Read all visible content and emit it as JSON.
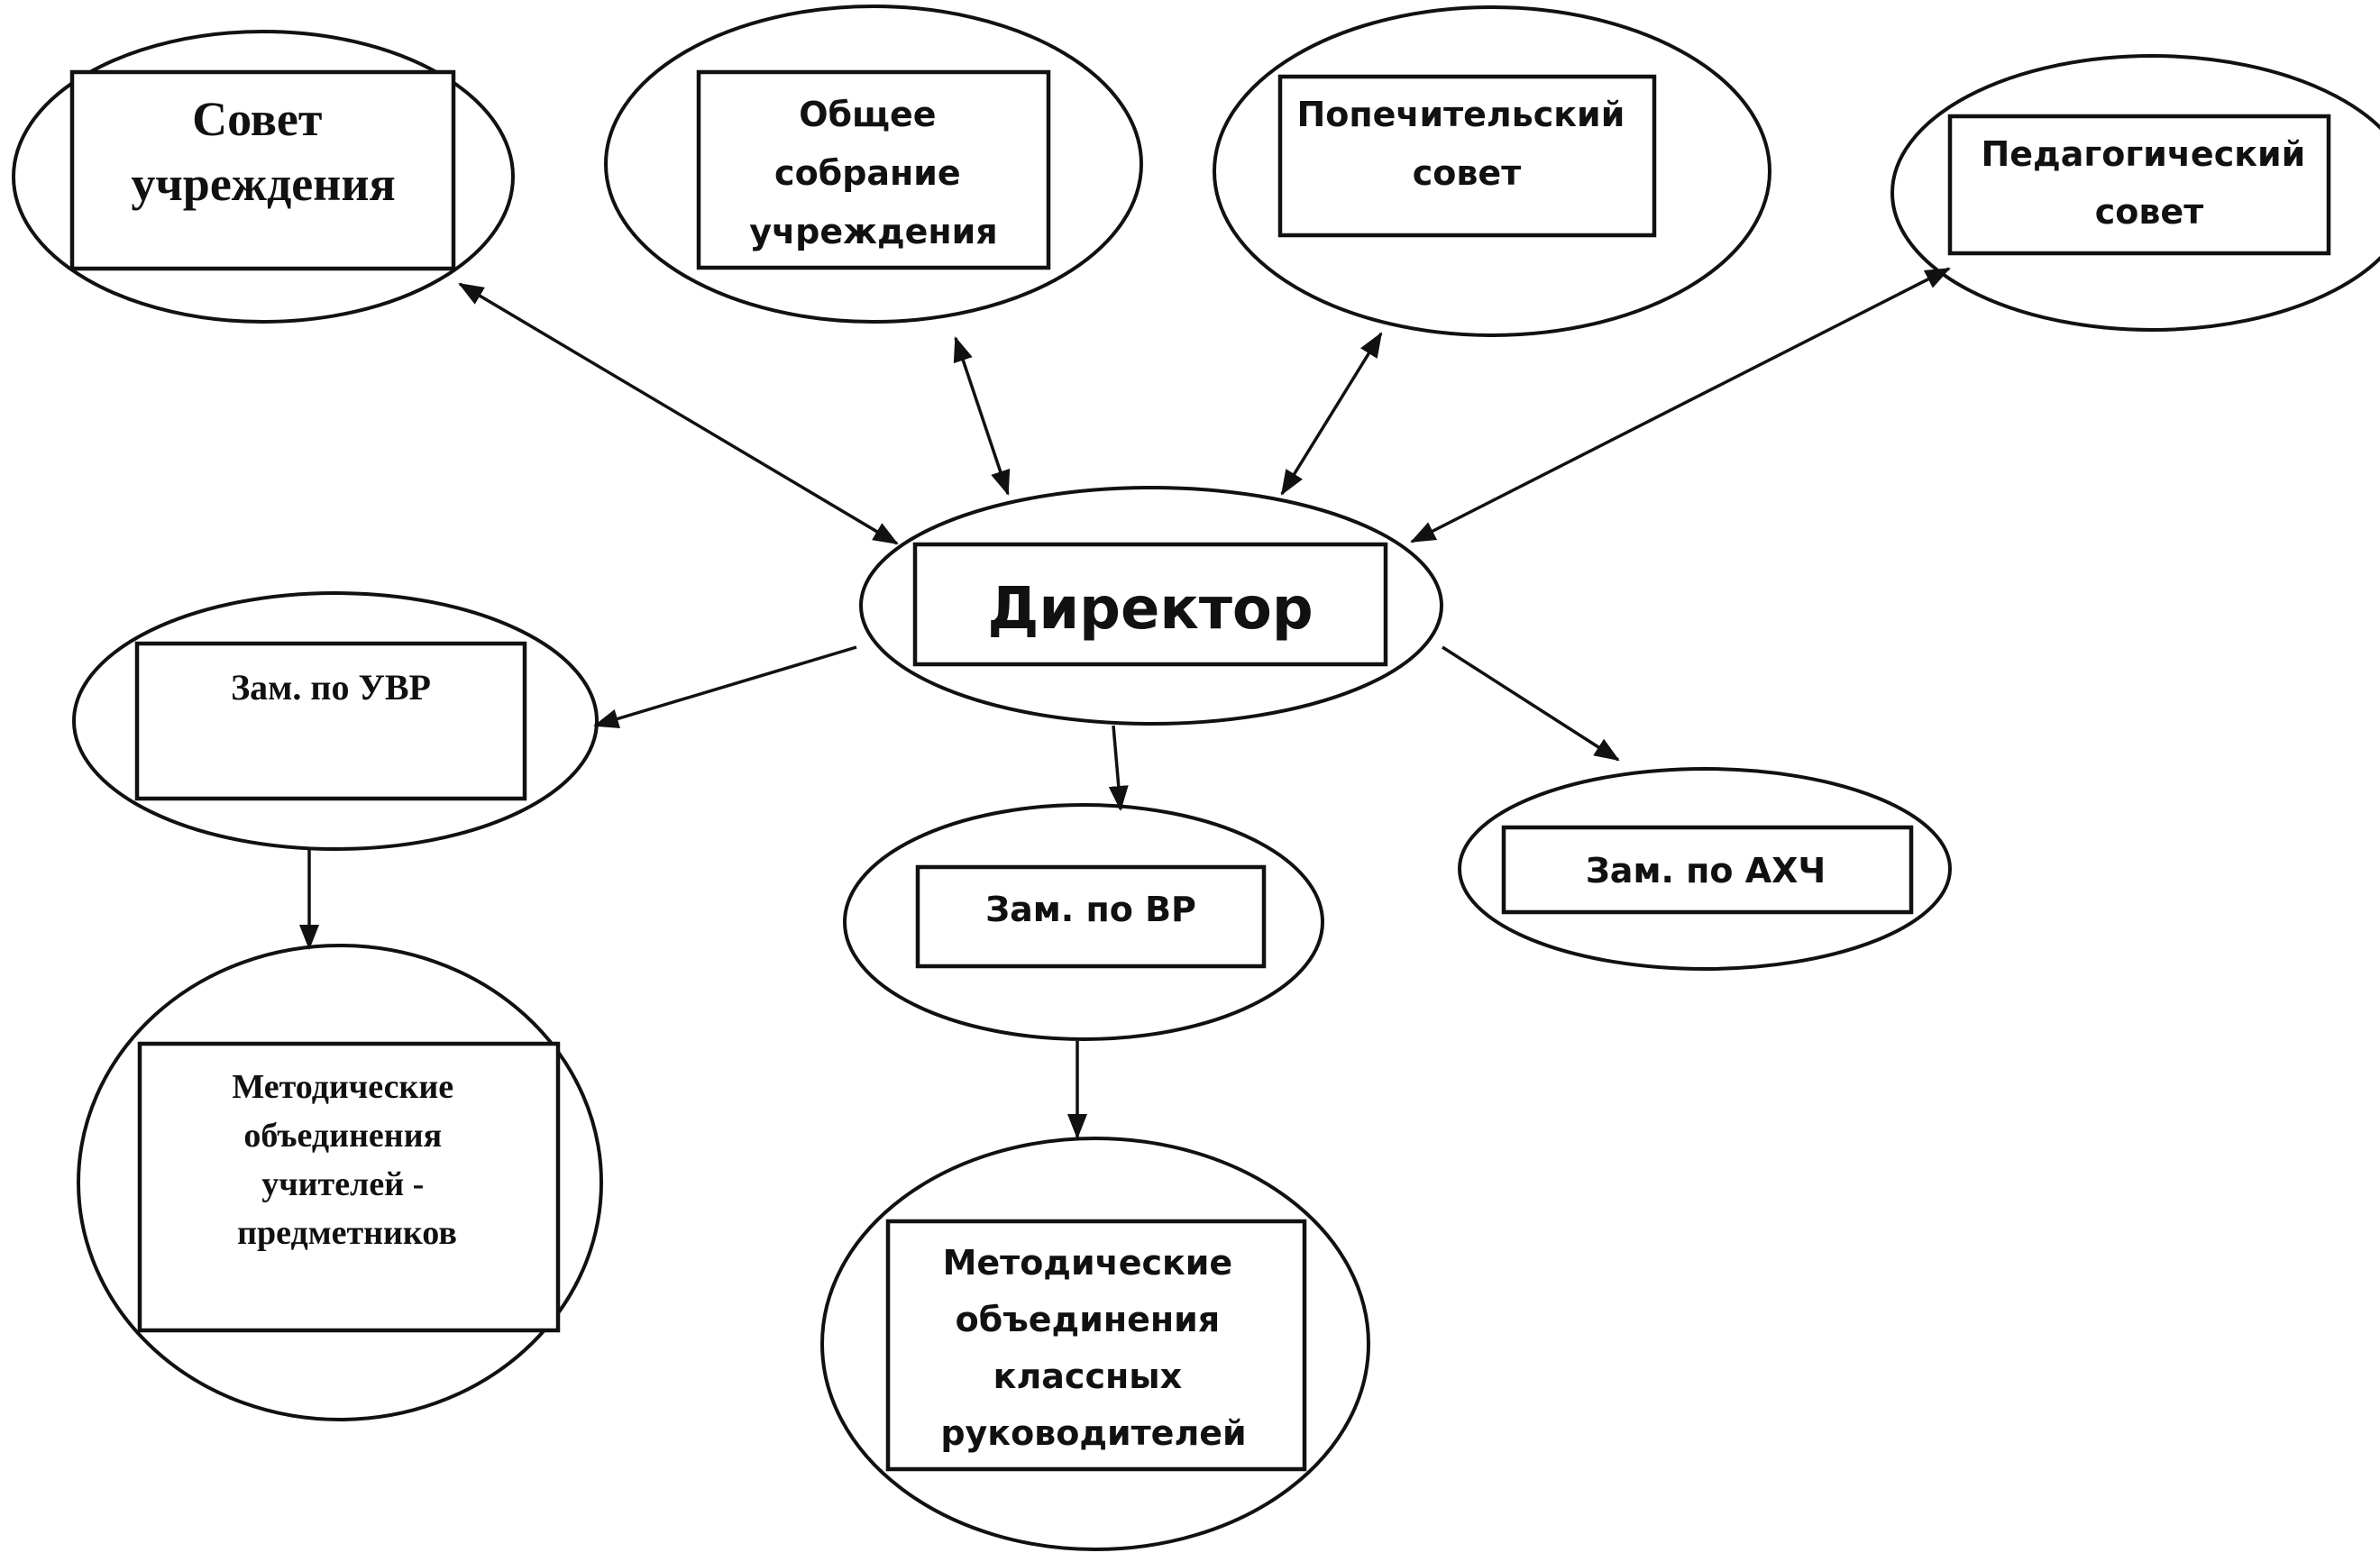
{
  "nodes": {
    "council": {
      "lines": [
        "Совет",
        "учреждения"
      ]
    },
    "general_meeting": {
      "lines": [
        "Общее",
        "собрание",
        "учреждения"
      ]
    },
    "trustee_council": {
      "lines": [
        "Попечительский",
        "совет"
      ]
    },
    "pedagogical_council": {
      "lines": [
        "Педагогический",
        "совет"
      ]
    },
    "director": {
      "lines": [
        "Директор"
      ]
    },
    "deputy_uvr": {
      "lines": [
        "Зам. по УВР"
      ]
    },
    "deputy_vr": {
      "lines": [
        "Зам. по ВР"
      ]
    },
    "deputy_ahch": {
      "lines": [
        "Зам. по АХЧ"
      ]
    },
    "method_teachers": {
      "lines": [
        "Методические",
        "объединения",
        "учителей -",
        "предметников"
      ]
    },
    "method_class": {
      "lines": [
        "Методические",
        "объединения",
        "классных",
        "руководителей"
      ]
    }
  }
}
